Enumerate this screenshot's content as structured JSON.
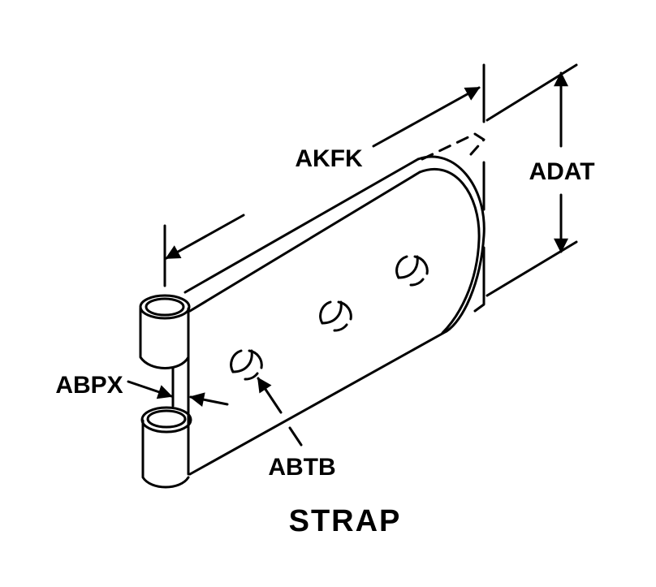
{
  "title": "STRAP",
  "dimensions": {
    "length": "AKFK",
    "width": "ADAT",
    "gap": "ABPX",
    "hole": "ABTB"
  }
}
